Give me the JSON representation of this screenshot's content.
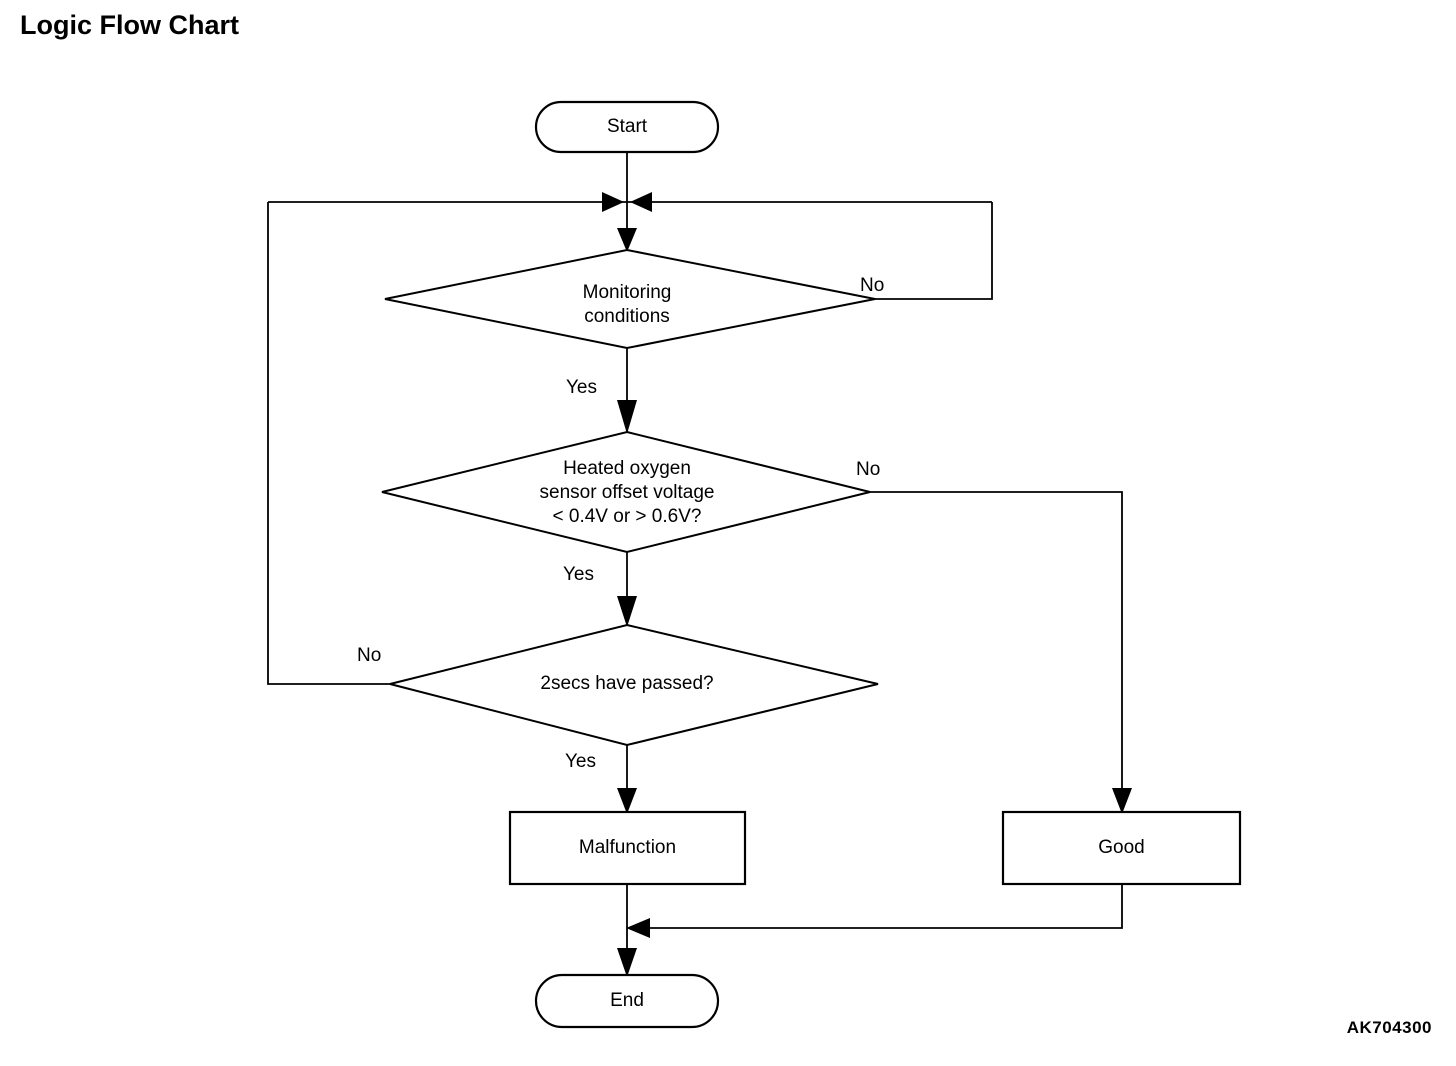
{
  "page": {
    "title": "Logic Flow Chart",
    "figure_code": "AK704300",
    "background_color": "#ffffff",
    "line_color": "#000000",
    "text_color": "#000000"
  },
  "chart_data": {
    "type": "diagram",
    "diagram_kind": "flowchart",
    "title": "Logic Flow Chart",
    "nodes": [
      {
        "id": "start",
        "shape": "terminator",
        "label": "Start"
      },
      {
        "id": "dec1",
        "shape": "decision",
        "label": "Monitoring\nconditions"
      },
      {
        "id": "dec2",
        "shape": "decision",
        "label": "Heated oxygen\nsensor offset voltage\n< 0.4V or > 0.6V?"
      },
      {
        "id": "dec3",
        "shape": "decision",
        "label": "2secs have passed?"
      },
      {
        "id": "malfunction",
        "shape": "process",
        "label": "Malfunction"
      },
      {
        "id": "good",
        "shape": "process",
        "label": "Good"
      },
      {
        "id": "end",
        "shape": "terminator",
        "label": "End"
      }
    ],
    "edges": [
      {
        "from": "start",
        "to": "dec1",
        "label": ""
      },
      {
        "from": "dec1",
        "to": "dec2",
        "label": "Yes"
      },
      {
        "from": "dec1",
        "to": "start-junction",
        "label": "No"
      },
      {
        "from": "dec2",
        "to": "dec3",
        "label": "Yes"
      },
      {
        "from": "dec2",
        "to": "good",
        "label": "No"
      },
      {
        "from": "dec3",
        "to": "malfunction",
        "label": "Yes"
      },
      {
        "from": "dec3",
        "to": "start-junction",
        "label": "No"
      },
      {
        "from": "malfunction",
        "to": "end",
        "label": ""
      },
      {
        "from": "good",
        "to": "end",
        "label": ""
      }
    ]
  },
  "nodes": {
    "start": {
      "label": "Start"
    },
    "decision_monitoring": {
      "line1": "Monitoring",
      "line2": "conditions"
    },
    "decision_voltage": {
      "line1": "Heated oxygen",
      "line2": "sensor offset voltage",
      "line3": "< 0.4V or > 0.6V?"
    },
    "decision_timer": {
      "label": "2secs have passed?"
    },
    "malfunction": {
      "label": "Malfunction"
    },
    "good": {
      "label": "Good"
    },
    "end": {
      "label": "End"
    }
  },
  "edge_labels": {
    "monitoring_no": "No",
    "monitoring_yes": "Yes",
    "voltage_no": "No",
    "voltage_yes": "Yes",
    "timer_no": "No",
    "timer_yes": "Yes"
  }
}
